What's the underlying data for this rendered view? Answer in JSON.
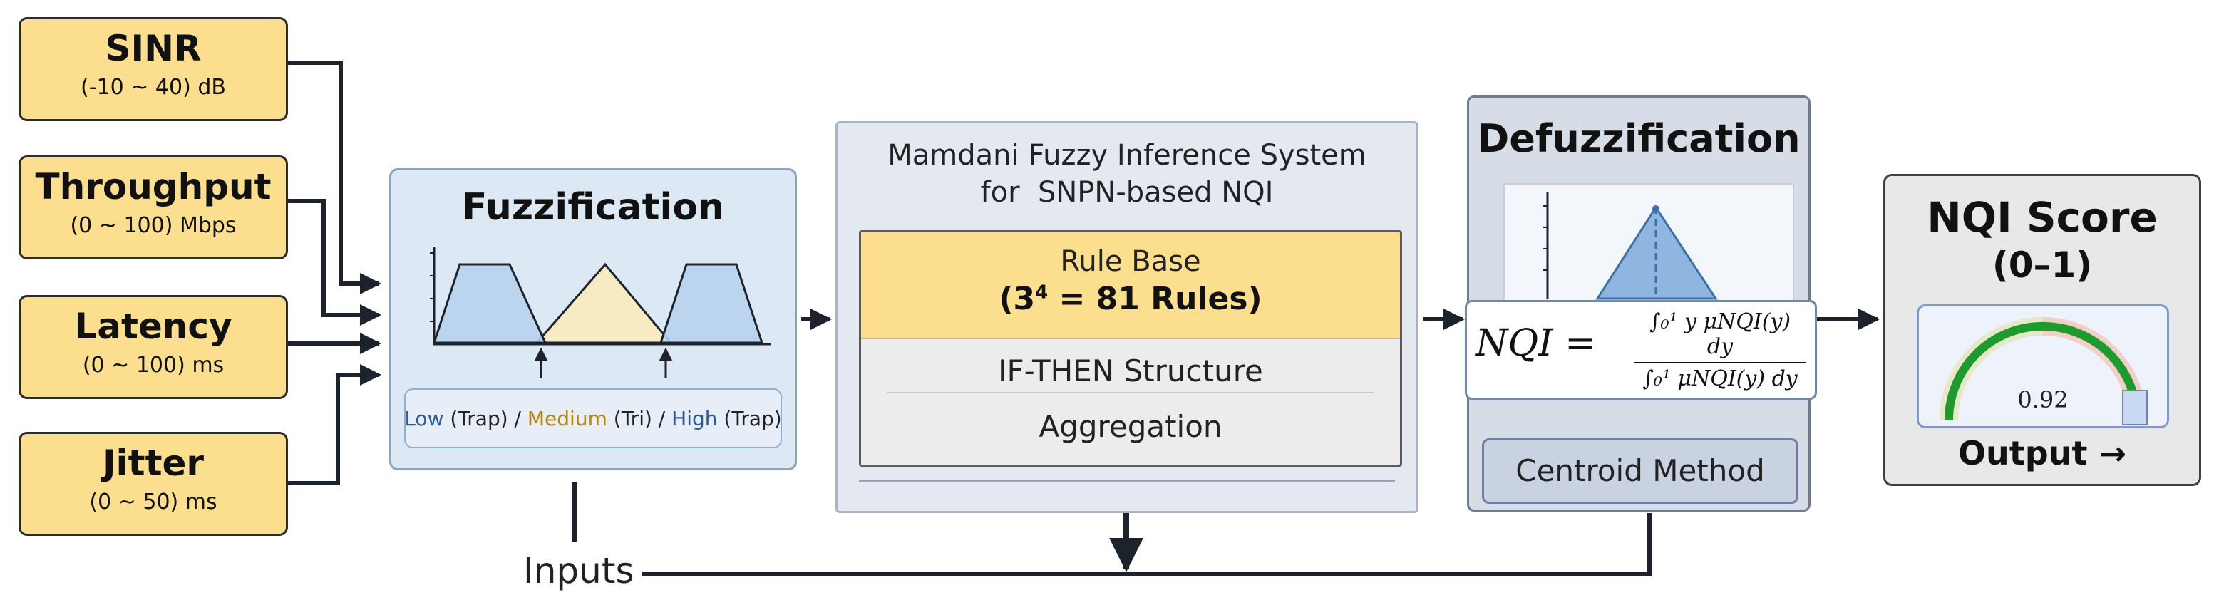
{
  "inputs": [
    {
      "name": "SINR",
      "range": "(-10 ~ 40) dB"
    },
    {
      "name": "Throughput",
      "range": "(0 ~ 100) Mbps"
    },
    {
      "name": "Latency",
      "range": "(0 ~ 100) ms"
    },
    {
      "name": "Jitter",
      "range": "(0 ~ 50) ms"
    }
  ],
  "fuzzification": {
    "title": "Fuzzification",
    "legend": {
      "low": "Low",
      "low_type": "(Trap)",
      "sep1": " / ",
      "medium": "Medium",
      "medium_type": "(Tri)",
      "sep2": " / ",
      "high": "High",
      "high_type": "(Trap)"
    }
  },
  "mamdani": {
    "title_line1": "Mamdani Fuzzy Inference System",
    "title_line2": "for  SNPN-based NQI",
    "rule_base_line1": "Rule Base",
    "rule_base_pre": "(3",
    "rule_base_exp": "4",
    "rule_base_post": " = 81 Rules)",
    "ifthen": "IF-THEN Structure",
    "aggregation": "Aggregation"
  },
  "defuzzification": {
    "title": "Defuzzification",
    "formula_lhs": "NQI =",
    "formula_numerator": "∫₀¹ y μNQI(y) dy",
    "formula_denominator": "∫₀¹ μNQI(y) dy",
    "method": "Centroid Method"
  },
  "nqi_score": {
    "title": "NQI Score",
    "range": "(0–1)",
    "value": "0.92",
    "output": "Output →",
    "gauge_fraction": 0.92
  },
  "inputs_label": "Inputs",
  "colors": {
    "input_fill": "#fbdf8e",
    "fuzz_fill": "#dde8f5",
    "low_high_fill": "#b7d3ee",
    "medium_fill": "#f7ebc4",
    "gauge_green": "#1f9a2e"
  }
}
